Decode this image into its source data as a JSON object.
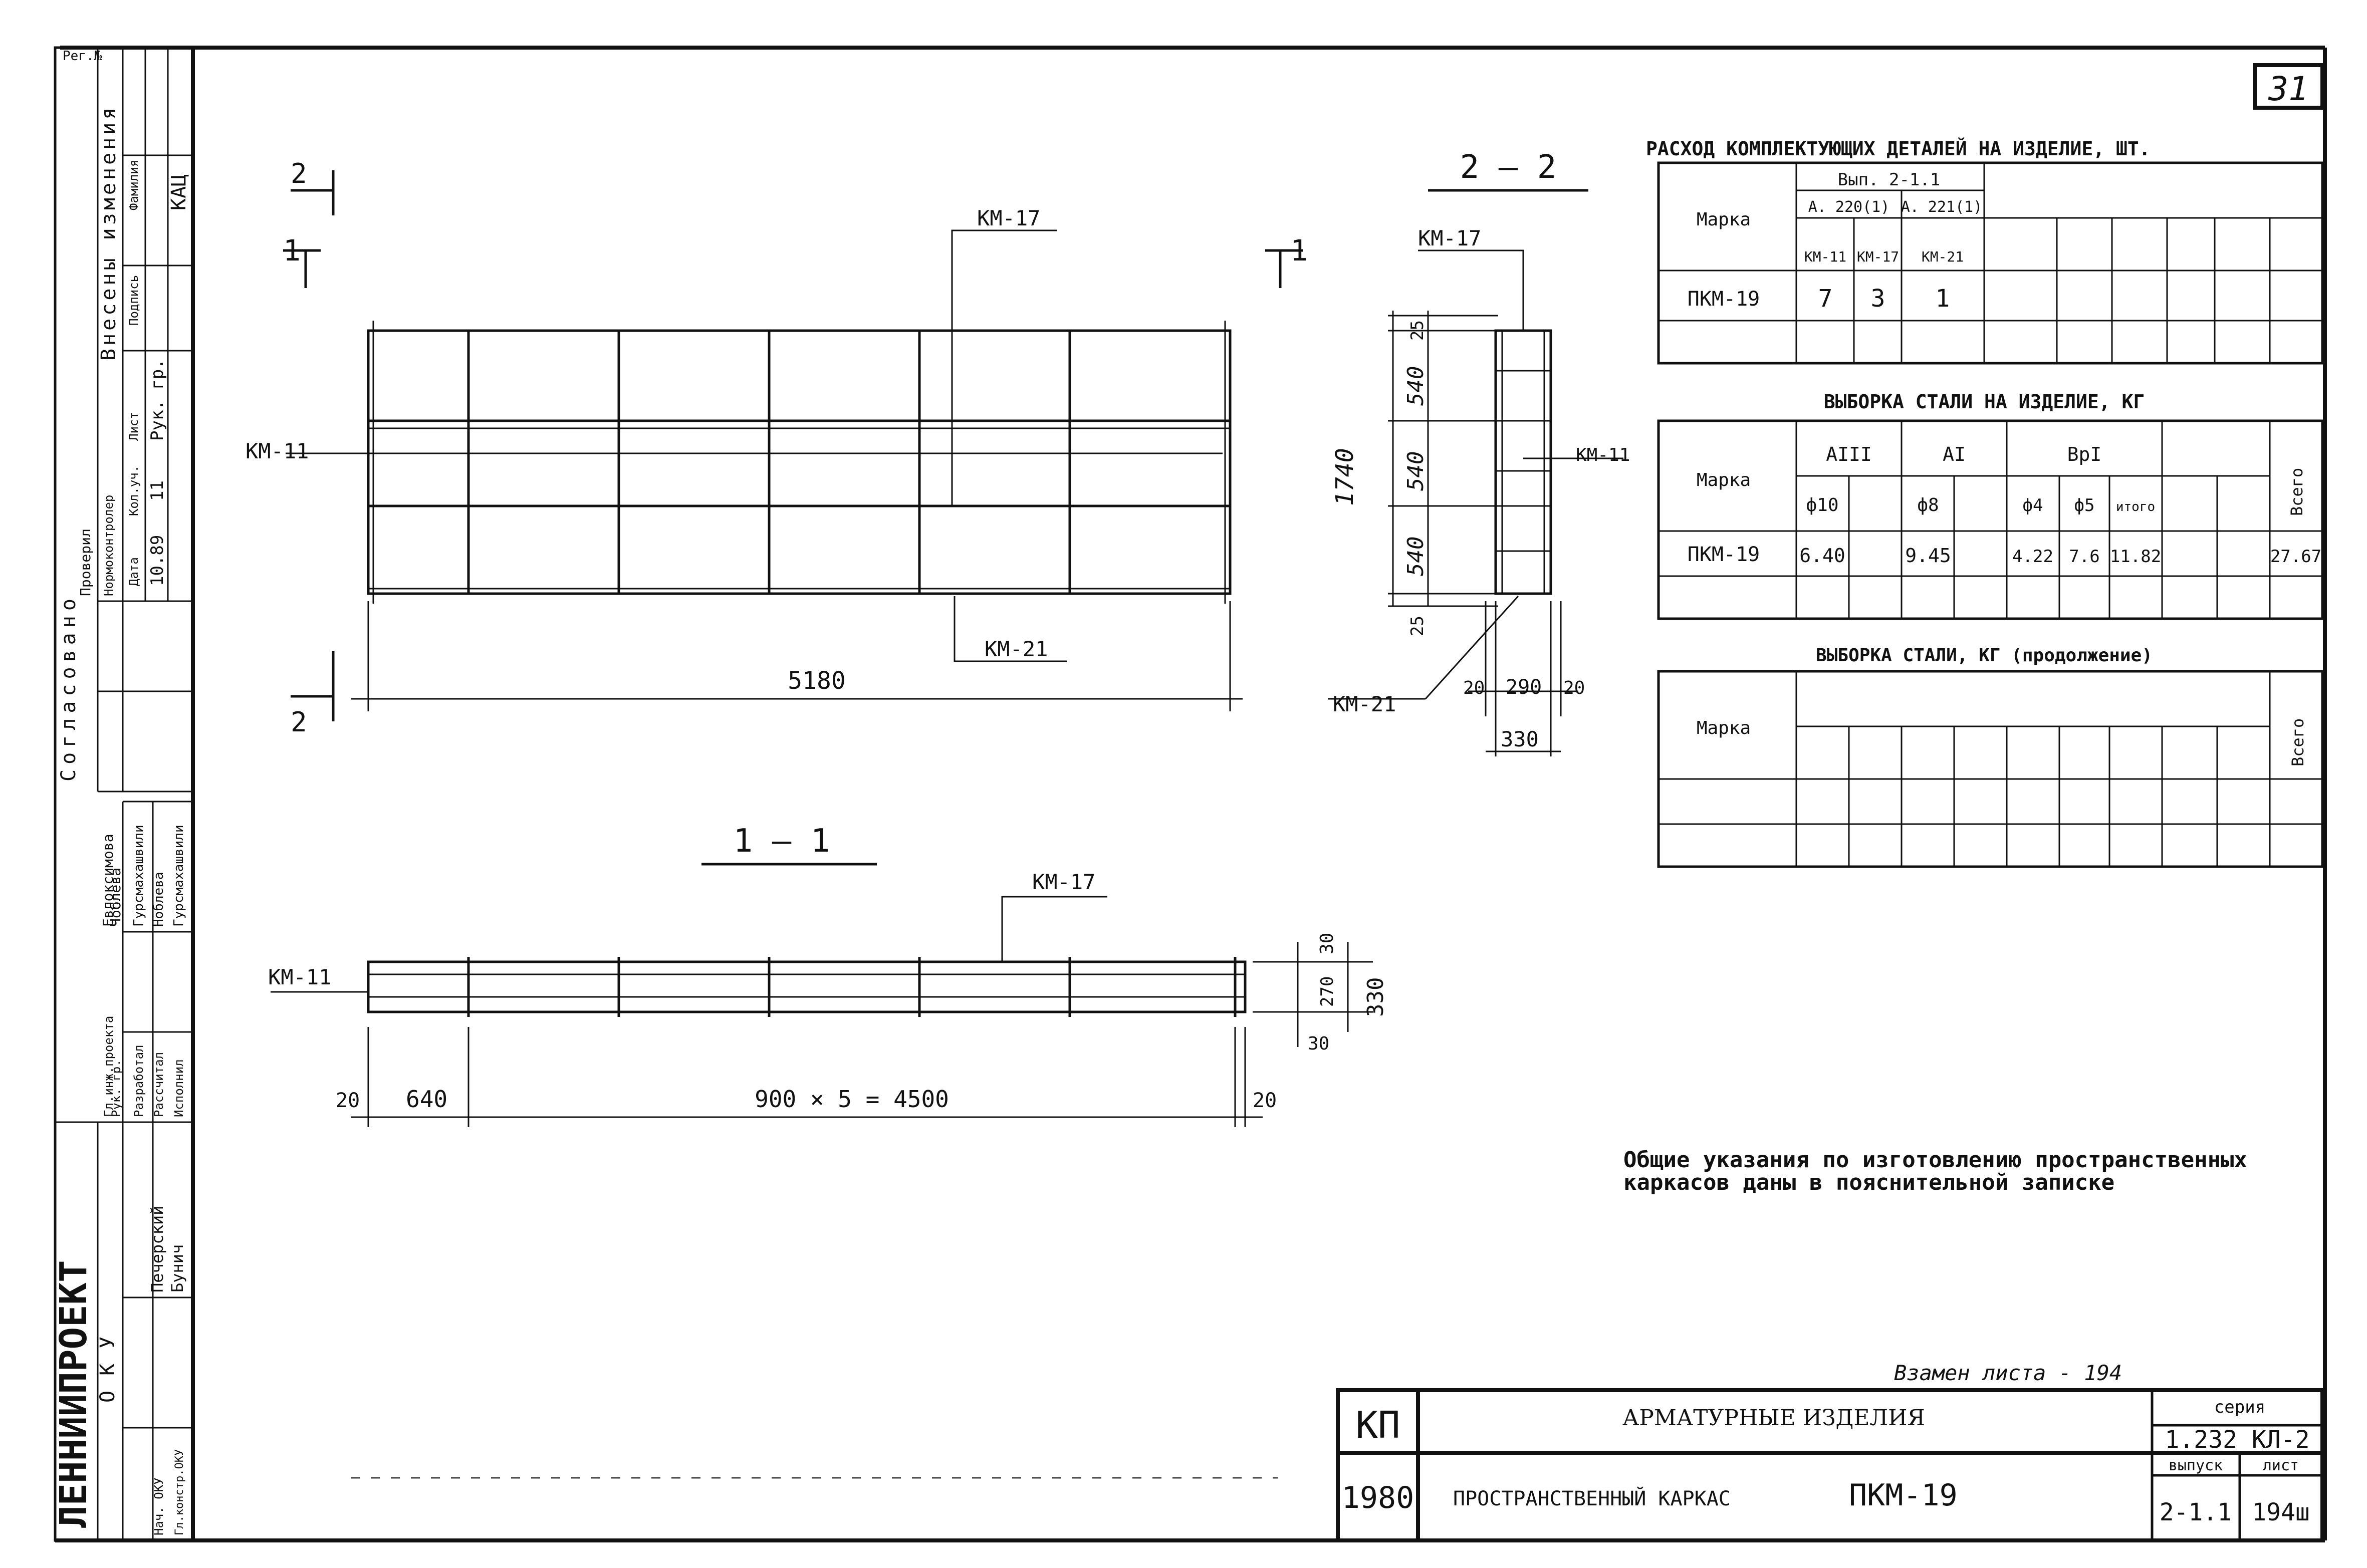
{
  "sheet_number": "31",
  "left_strip": {
    "reg_label": "Рег.№",
    "changes_title": "Внесены изменения",
    "change_row": {
      "date": "10.89",
      "qty": "11",
      "role": "Рук. гр.",
      "sign": "КАЦ"
    },
    "change_head": [
      "Дата",
      "Кол.уч.",
      "Лист",
      "Подпись",
      "Фамилия"
    ],
    "checked": "Проверил",
    "norm": "Нормоконтролер",
    "agreed": "Согласовано",
    "org": "ЛЕННИИПРОЕКТ",
    "dept": "ОКУ",
    "people": [
      {
        "role": "Гл.инж.проекта",
        "name": "Евлоксимова"
      },
      {
        "role": "Рук. гр.",
        "name": "Чоблева"
      },
      {
        "role": "Разработал",
        "name": "Гурсмахашвили"
      },
      {
        "role": "Рассчитал",
        "name": "Ноблева"
      },
      {
        "role": "Исполнил",
        "name": "Гурсмахашвили"
      },
      {
        "role": "Нач. ОКУ",
        "name": "Печерский"
      },
      {
        "role": "Гл.констр.ОКУ",
        "name": "Бунич"
      }
    ]
  },
  "drawing": {
    "marks": {
      "km11": "КМ-11",
      "km17": "КМ-17",
      "km21": "КМ-21"
    },
    "section_2_2": "2 — 2",
    "section_1_1": "1 — 1",
    "cut_2": "2",
    "cut_1": "1",
    "dim_total_length": "5180",
    "dim_height_total": "1740",
    "dim_540_a": "540",
    "dim_540_b": "540",
    "dim_540_c": "540",
    "dim_25_top": "25",
    "dim_25_bot": "25",
    "dim_20_a": "20",
    "dim_290": "290",
    "dim_20_b": "20",
    "dim_330": "330",
    "dim_left20": "20",
    "dim_640": "640",
    "dim_spans": "900 × 5 = 4500",
    "dim_right20": "20",
    "dim_30_top": "30",
    "dim_270": "270",
    "dim_330_v": "330",
    "dim_30_bot": "30"
  },
  "table1": {
    "title": "РАСХОД КОМПЛЕКТУЮЩИХ ДЕТАЛЕЙ НА ИЗДЕЛИЕ, ШТ.",
    "col_marka": "Марка",
    "group_vyp": "Вып. 2-1.1",
    "sub_a220": "А. 220(1)",
    "sub_a221": "А. 221(1)",
    "heads": [
      "КМ-11",
      "КМ-17",
      "КМ-21"
    ],
    "row_mark": "ПКМ-19",
    "row_vals": [
      "7",
      "3",
      "1"
    ]
  },
  "table2": {
    "title": "ВЫБОРКА СТАЛИ НА ИЗДЕЛИЕ, КГ",
    "col_marka": "Марка",
    "g1": "АIII",
    "g2": "АI",
    "g3": "ВрI",
    "heads": [
      "ф10",
      "ф8",
      "ф4",
      "ф5",
      "итого"
    ],
    "total_head": "Всего",
    "row_mark": "ПКМ-19",
    "vals": {
      "f10": "6.40",
      "f8": "9.45",
      "f4": "4.22",
      "f5": "7.6",
      "itogo": "11.82",
      "total": "27.67"
    }
  },
  "table3": {
    "title": "ВЫБОРКА СТАЛИ, КГ (продолжение)",
    "col_marka": "Марка",
    "total_head": "Всего"
  },
  "notes": {
    "line1": "Общие указания по изготовлению пространственных",
    "line2": "каркасов даны в пояснительной записке"
  },
  "title_block": {
    "replaces": "Взамен листа - 194",
    "kp": "КП",
    "year": "1980",
    "name1": "АРМАТУРНЫЕ ИЗДЕЛИЯ",
    "name2": "ПРОСТРАНСТВЕННЫЙ КАРКАС",
    "name_mark": "ПКМ-19",
    "series_label": "серия",
    "series_val": "1.232 КЛ-2",
    "issue_label": "выпуск",
    "issue_val": "2-1.1",
    "sheet_label": "лист",
    "sheet_val": "194ш"
  }
}
